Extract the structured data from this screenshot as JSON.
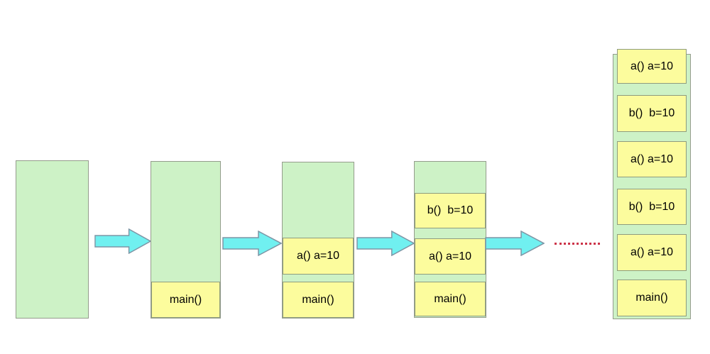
{
  "diagram": {
    "kind": "call-stack-growth",
    "stacks": [
      {
        "frames": []
      },
      {
        "frames": [
          "main()"
        ]
      },
      {
        "frames": [
          "a() a=10",
          "main()"
        ]
      },
      {
        "frames": [
          "b()  b=10",
          "a() a=10",
          "main()"
        ]
      },
      {
        "frames": [
          "a() a=10",
          "b()  b=10",
          "a() a=10",
          "b()  b=10",
          "a() a=10",
          "main()"
        ]
      }
    ],
    "icons": {
      "arrow": "flow-arrow-icon",
      "ellipsis": "ellipsis-dots"
    },
    "colors": {
      "stack_fill": "#cdf2c6",
      "stack_border": "#949c8c",
      "frame_fill": "#fcfc9d",
      "frame_border": "#8f9c7e",
      "arrow_fill": "#70f0f0",
      "arrow_stroke": "#7e95a5",
      "ellipsis_dots": "#cc3348",
      "background": "#ffffff",
      "text": "#000000"
    }
  }
}
